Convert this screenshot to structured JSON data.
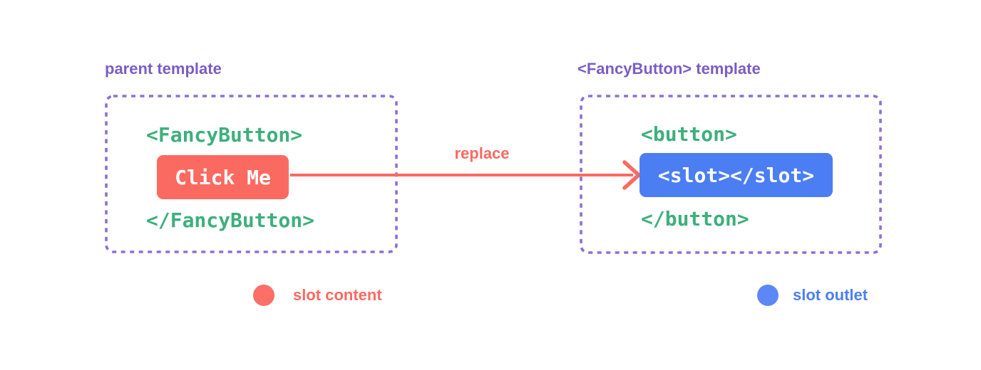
{
  "diagram": {
    "title_semantic": "Vue slots: slot content replaces slot outlet",
    "colors": {
      "background": "#ffffff",
      "purple_title": "#7c5cc4",
      "purple_dashed_border": "#8e6fd1",
      "green_code": "#3eaf7c",
      "red_accent": "#fb6a61",
      "red_legend_dot": "#fb6f68",
      "blue_accent": "#4b7ef2",
      "blue_legend_dot": "#5c87f5",
      "button_text": "#ffffff"
    },
    "parent_panel": {
      "title": "parent template",
      "open_tag": "<FancyButton>",
      "button_label": "Click Me",
      "close_tag": "</FancyButton>"
    },
    "arrow": {
      "label": "replace"
    },
    "fancy_button_panel": {
      "title": "<FancyButton> template",
      "open_tag": "<button>",
      "slot_label": "<slot></slot>",
      "close_tag": "</button>"
    },
    "legend": {
      "slot_content": {
        "label": "slot content"
      },
      "slot_outlet": {
        "label": "slot outlet"
      }
    }
  }
}
